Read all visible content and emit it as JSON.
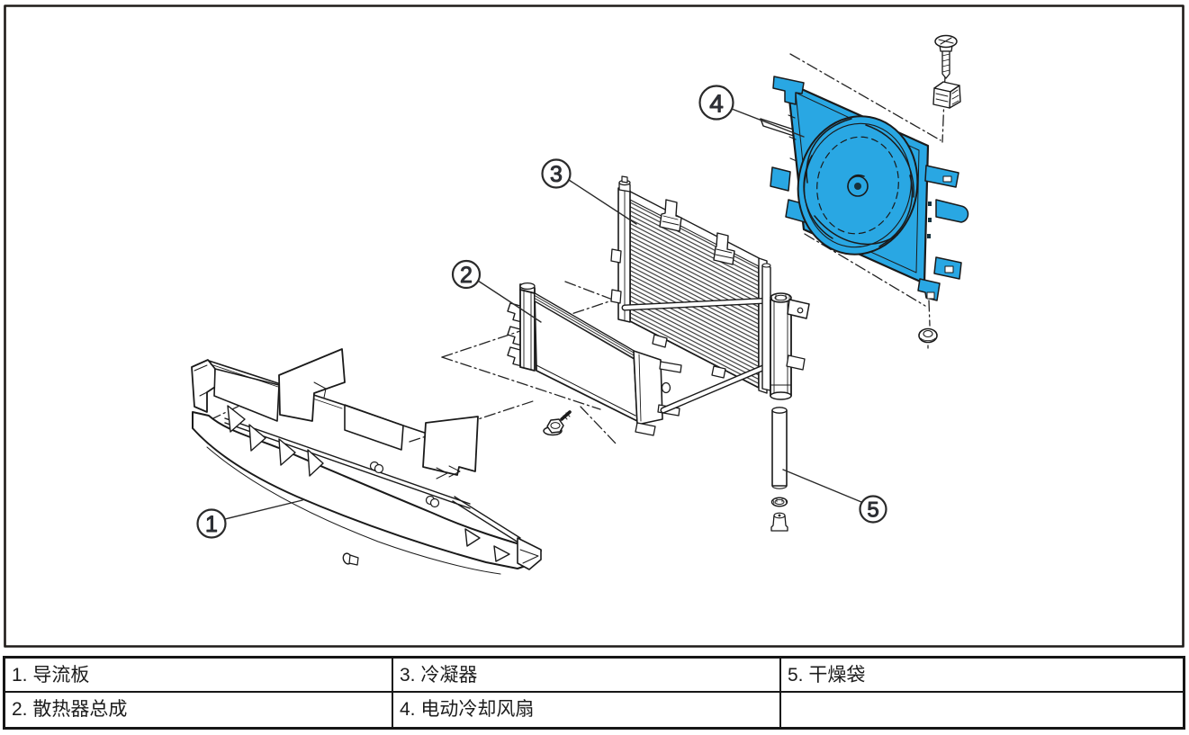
{
  "diagram": {
    "highlight_color": "#29a7e3",
    "callouts": [
      {
        "number": "1",
        "label": "导流板"
      },
      {
        "number": "2",
        "label": "散热器总成"
      },
      {
        "number": "3",
        "label": "冷凝器"
      },
      {
        "number": "4",
        "label": "电动冷却风扇"
      },
      {
        "number": "5",
        "label": "干燥袋"
      }
    ]
  },
  "legend_table": {
    "rows": [
      {
        "cells": [
          "1. 导流板",
          "3. 冷凝器",
          "5. 干燥袋"
        ]
      },
      {
        "cells": [
          "2. 散热器总成",
          "4. 电动冷却风扇",
          ""
        ]
      }
    ]
  }
}
